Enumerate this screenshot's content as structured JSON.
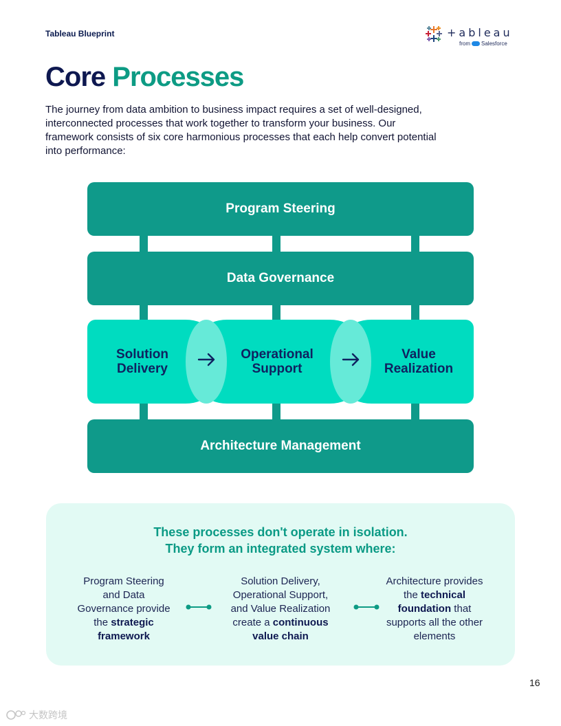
{
  "header": {
    "brand": "Tableau Blueprint",
    "logo_word": "+ableau",
    "logo_from": "from",
    "logo_company": "Salesforce"
  },
  "title": {
    "part1": "Core",
    "part2": "Processes"
  },
  "intro": "The journey from data ambition to business impact requires a set of well-designed, interconnected processes that work together to transform your business. Our framework consists of six core harmonious processes that each help convert potential into performance:",
  "diagram": {
    "program_steering": "Program Steering",
    "data_governance": "Data Governance",
    "solution_delivery_1": "Solution",
    "solution_delivery_2": "Delivery",
    "operational_support_1": "Operational",
    "operational_support_2": "Support",
    "value_realization_1": "Value",
    "value_realization_2": "Realization",
    "architecture_management": "Architecture Management"
  },
  "panel": {
    "title_line1": "These processes don't operate in isolation.",
    "title_line2": "They form an integrated system where:",
    "col1": {
      "l1": "Program Steering",
      "l2": "and Data",
      "l3": "Governance provide",
      "l4_pre": "the ",
      "l4_bold": "strategic",
      "l5_bold": "framework"
    },
    "col2": {
      "l1": "Solution Delivery,",
      "l2": "Operational Support,",
      "l3": "and Value Realization",
      "l4_pre": "create a ",
      "l4_bold": "continuous",
      "l5_bold": "value chain"
    },
    "col3": {
      "l1": "Architecture provides",
      "l2_pre": "the ",
      "l2_bold": "technical",
      "l3_bold": "foundation",
      "l3_post": " that",
      "l4": "supports all the other",
      "l5": "elements"
    }
  },
  "page_number": "16",
  "watermark": "大数跨境",
  "colors": {
    "teal_dark": "#0f9a8a",
    "teal_bright": "#00dcc0",
    "navy": "#0e1850",
    "panel_bg": "#e2faf4"
  }
}
